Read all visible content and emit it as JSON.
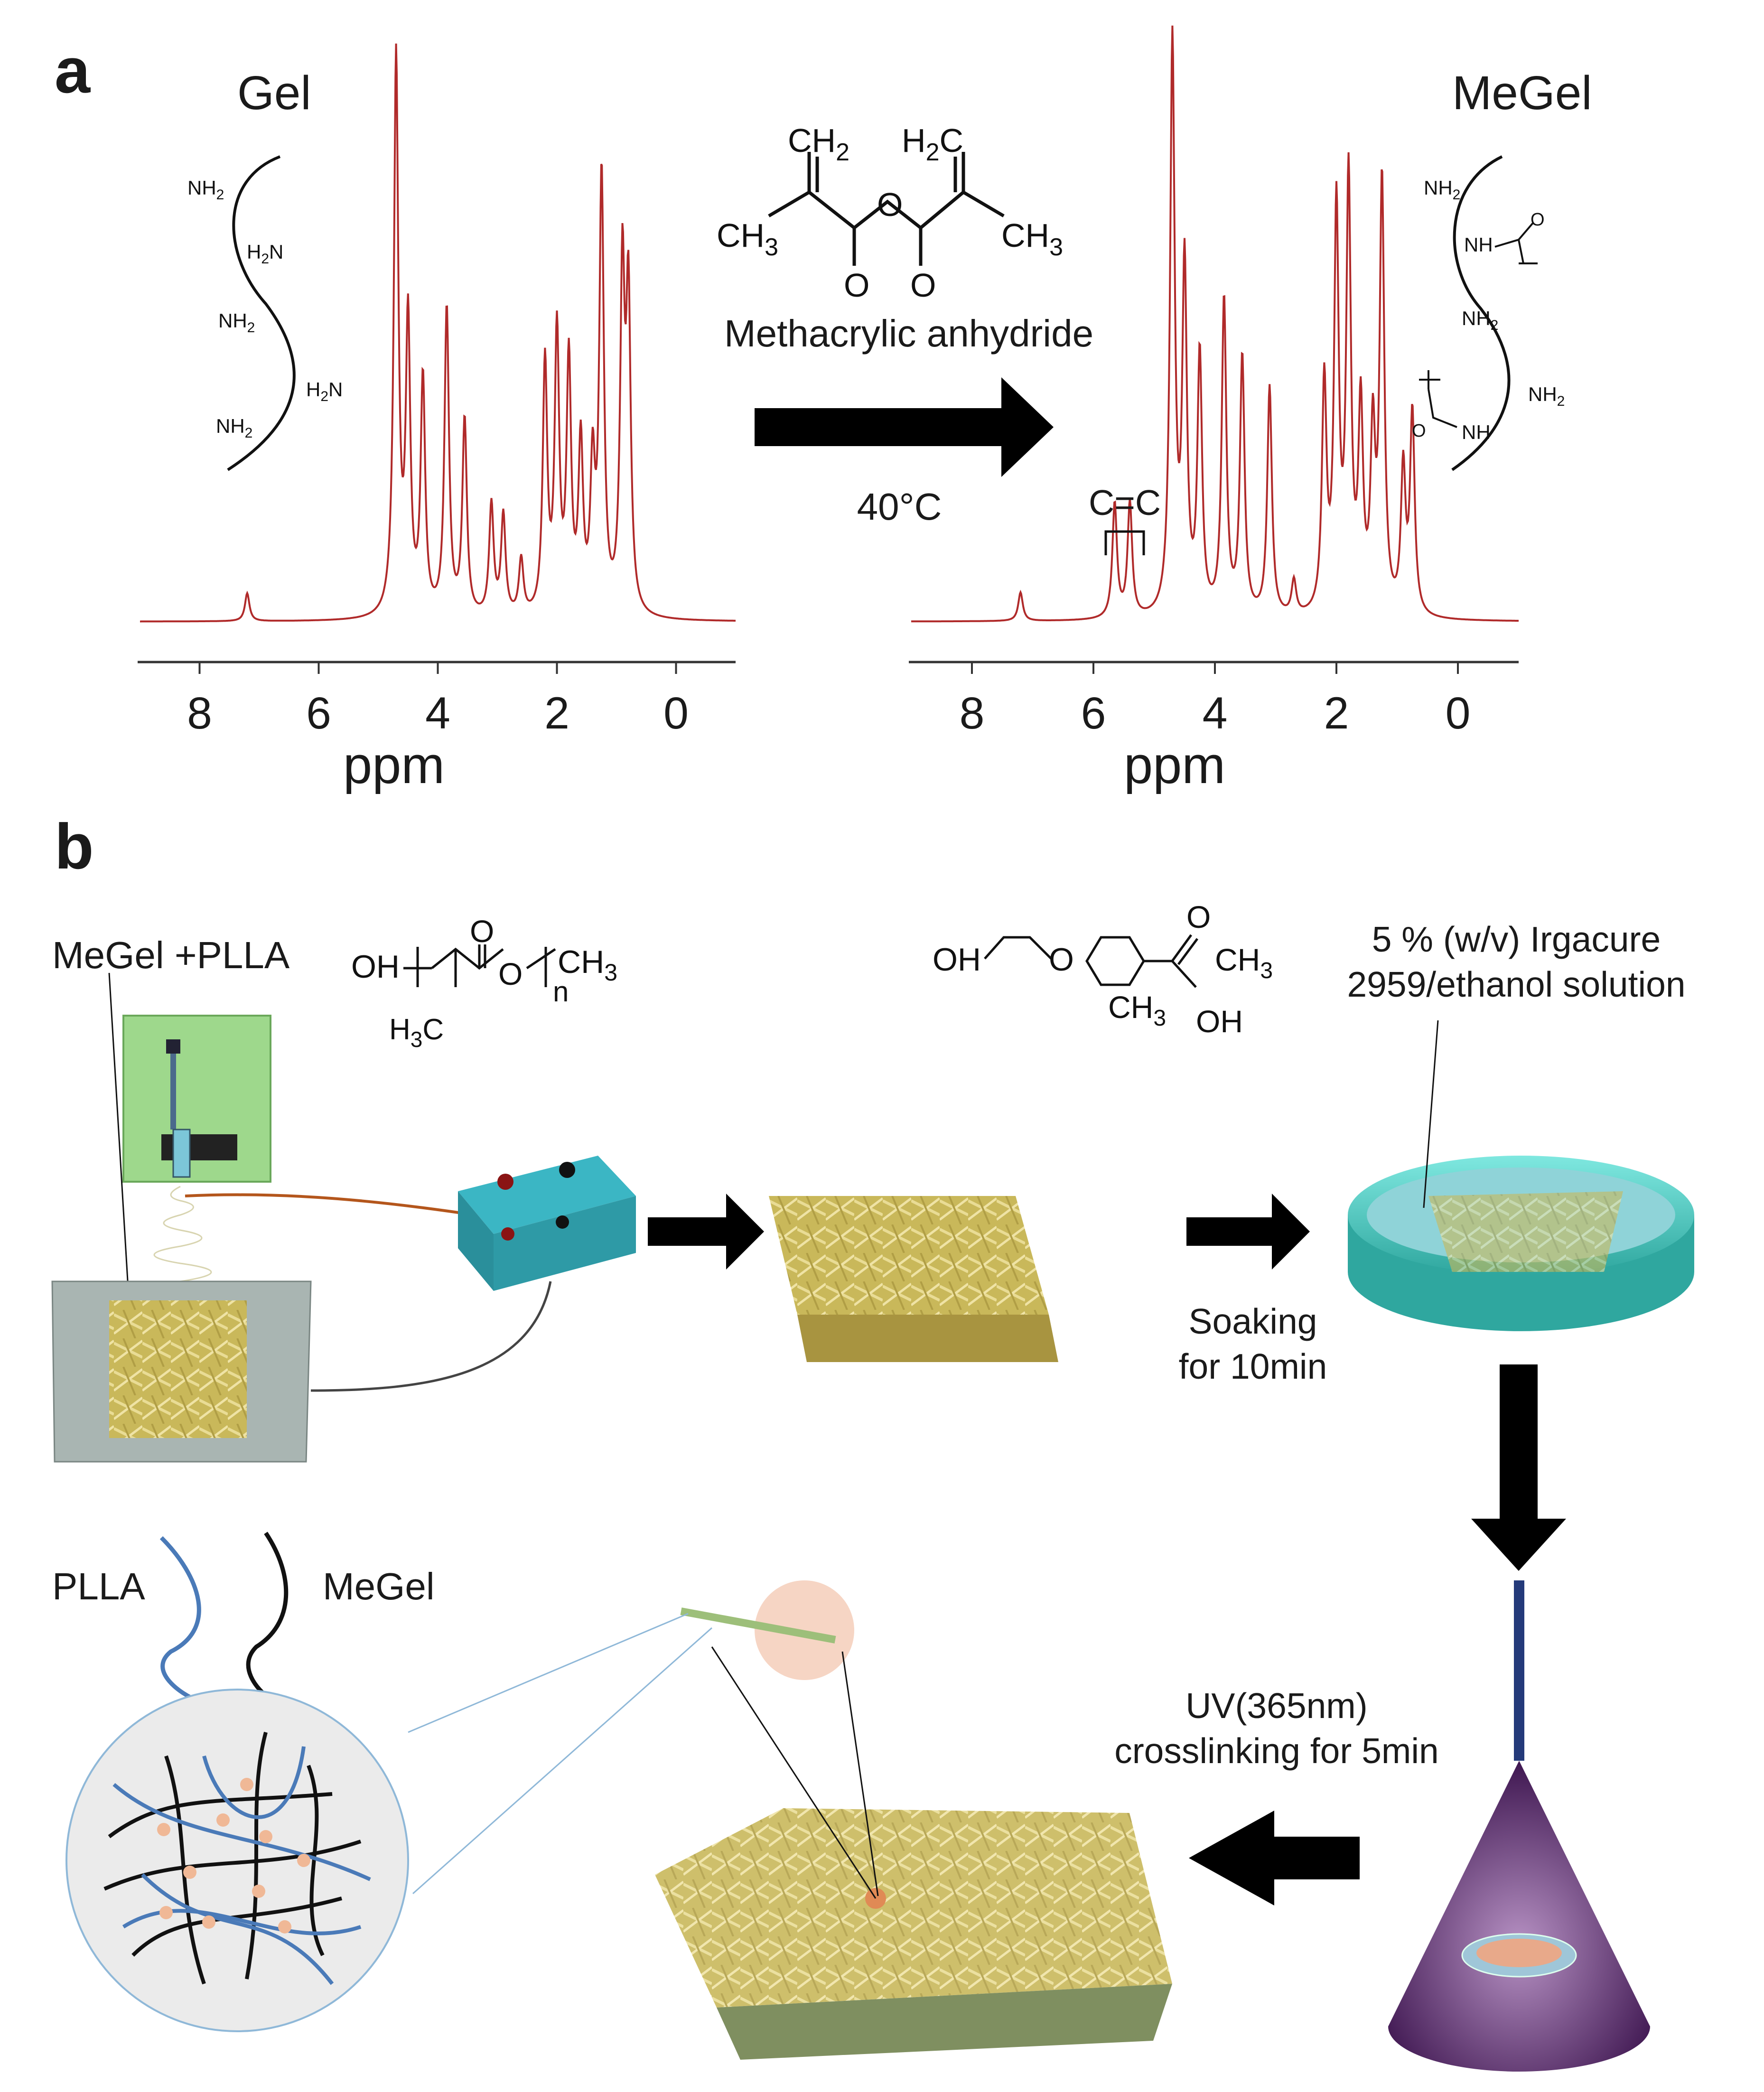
{
  "panel_a": {
    "label": "a",
    "reaction": {
      "reagent_name": "Methacrylic anhydride",
      "condition": "40°C",
      "atoms": {
        "ch2": "CH",
        "ch2_sub": "2",
        "h2c": "H",
        "h2c_sub": "2",
        "h2c_c": "C",
        "ch3": "CH",
        "ch3_sub": "3",
        "o": "O"
      }
    }
  },
  "chart_data": [
    {
      "type": "line",
      "title": "Gel",
      "xlabel": "ppm",
      "x_ticks": [
        8,
        6,
        4,
        2,
        0
      ],
      "xlim": [
        9,
        -1
      ],
      "x_reversed": true,
      "series": [
        {
          "peaks_ppm": [
            7.2,
            4.7,
            4.5,
            4.25,
            3.85,
            3.55,
            3.1,
            2.9,
            2.6,
            2.2,
            2.0,
            1.8,
            1.6,
            1.4,
            1.25,
            0.9,
            0.8
          ]
        }
      ],
      "structure_labels": [
        "NH2",
        "H2N",
        "NH2",
        "H2N",
        "NH2"
      ]
    },
    {
      "type": "line",
      "title": "MeGel",
      "xlabel": "ppm",
      "x_ticks": [
        8,
        6,
        4,
        2,
        0
      ],
      "xlim": [
        9,
        -1
      ],
      "x_reversed": true,
      "series": [
        {
          "peaks_ppm": [
            7.2,
            5.65,
            5.4,
            4.7,
            4.5,
            4.25,
            3.85,
            3.55,
            3.1,
            2.7,
            2.2,
            2.0,
            1.8,
            1.6,
            1.4,
            1.25,
            0.9,
            0.75
          ]
        }
      ],
      "annotations": [
        "C=C"
      ],
      "structure_labels": [
        "NH2",
        "NH",
        "NH2",
        "NH2",
        "NH"
      ]
    }
  ],
  "panel_b": {
    "label": "b",
    "spinning_label": "MeGel +PLLA",
    "plla_formula": {
      "oh": "OH",
      "o_carbonyl": "O",
      "o_ester": "O",
      "n": "n",
      "ch3": "CH",
      "ch3_sub": "3",
      "h3c": "H",
      "h3c_sub": "3",
      "h3c_c": "C"
    },
    "irgacure_formula": {
      "oh": "OH",
      "o": "O",
      "ketone_o": "O",
      "ch3a": "CH",
      "ch3a_sub": "3",
      "ch3b": "CH",
      "ch3b_sub": "3",
      "oh2": "OH"
    },
    "irgacure_label_line1": "5 % (w/v) Irgacure",
    "irgacure_label_line2": "2959/ethanol solution",
    "soak_line1": "Soaking",
    "soak_line2": "for 10min",
    "uv_line1": "UV(365nm)",
    "uv_line2": "crosslinking for 5min",
    "legend_plla": "PLLA",
    "legend_megel": "MeGel",
    "colors": {
      "spectrum": "#b02a2a",
      "plla": "#4a7ab8",
      "megel": "#111111",
      "fiber": "#d8c870",
      "dish": "#5fd6cf",
      "uv_cone": "#4a1e5a",
      "box": "#2e8c98",
      "pump": "#8ecf7a"
    }
  }
}
